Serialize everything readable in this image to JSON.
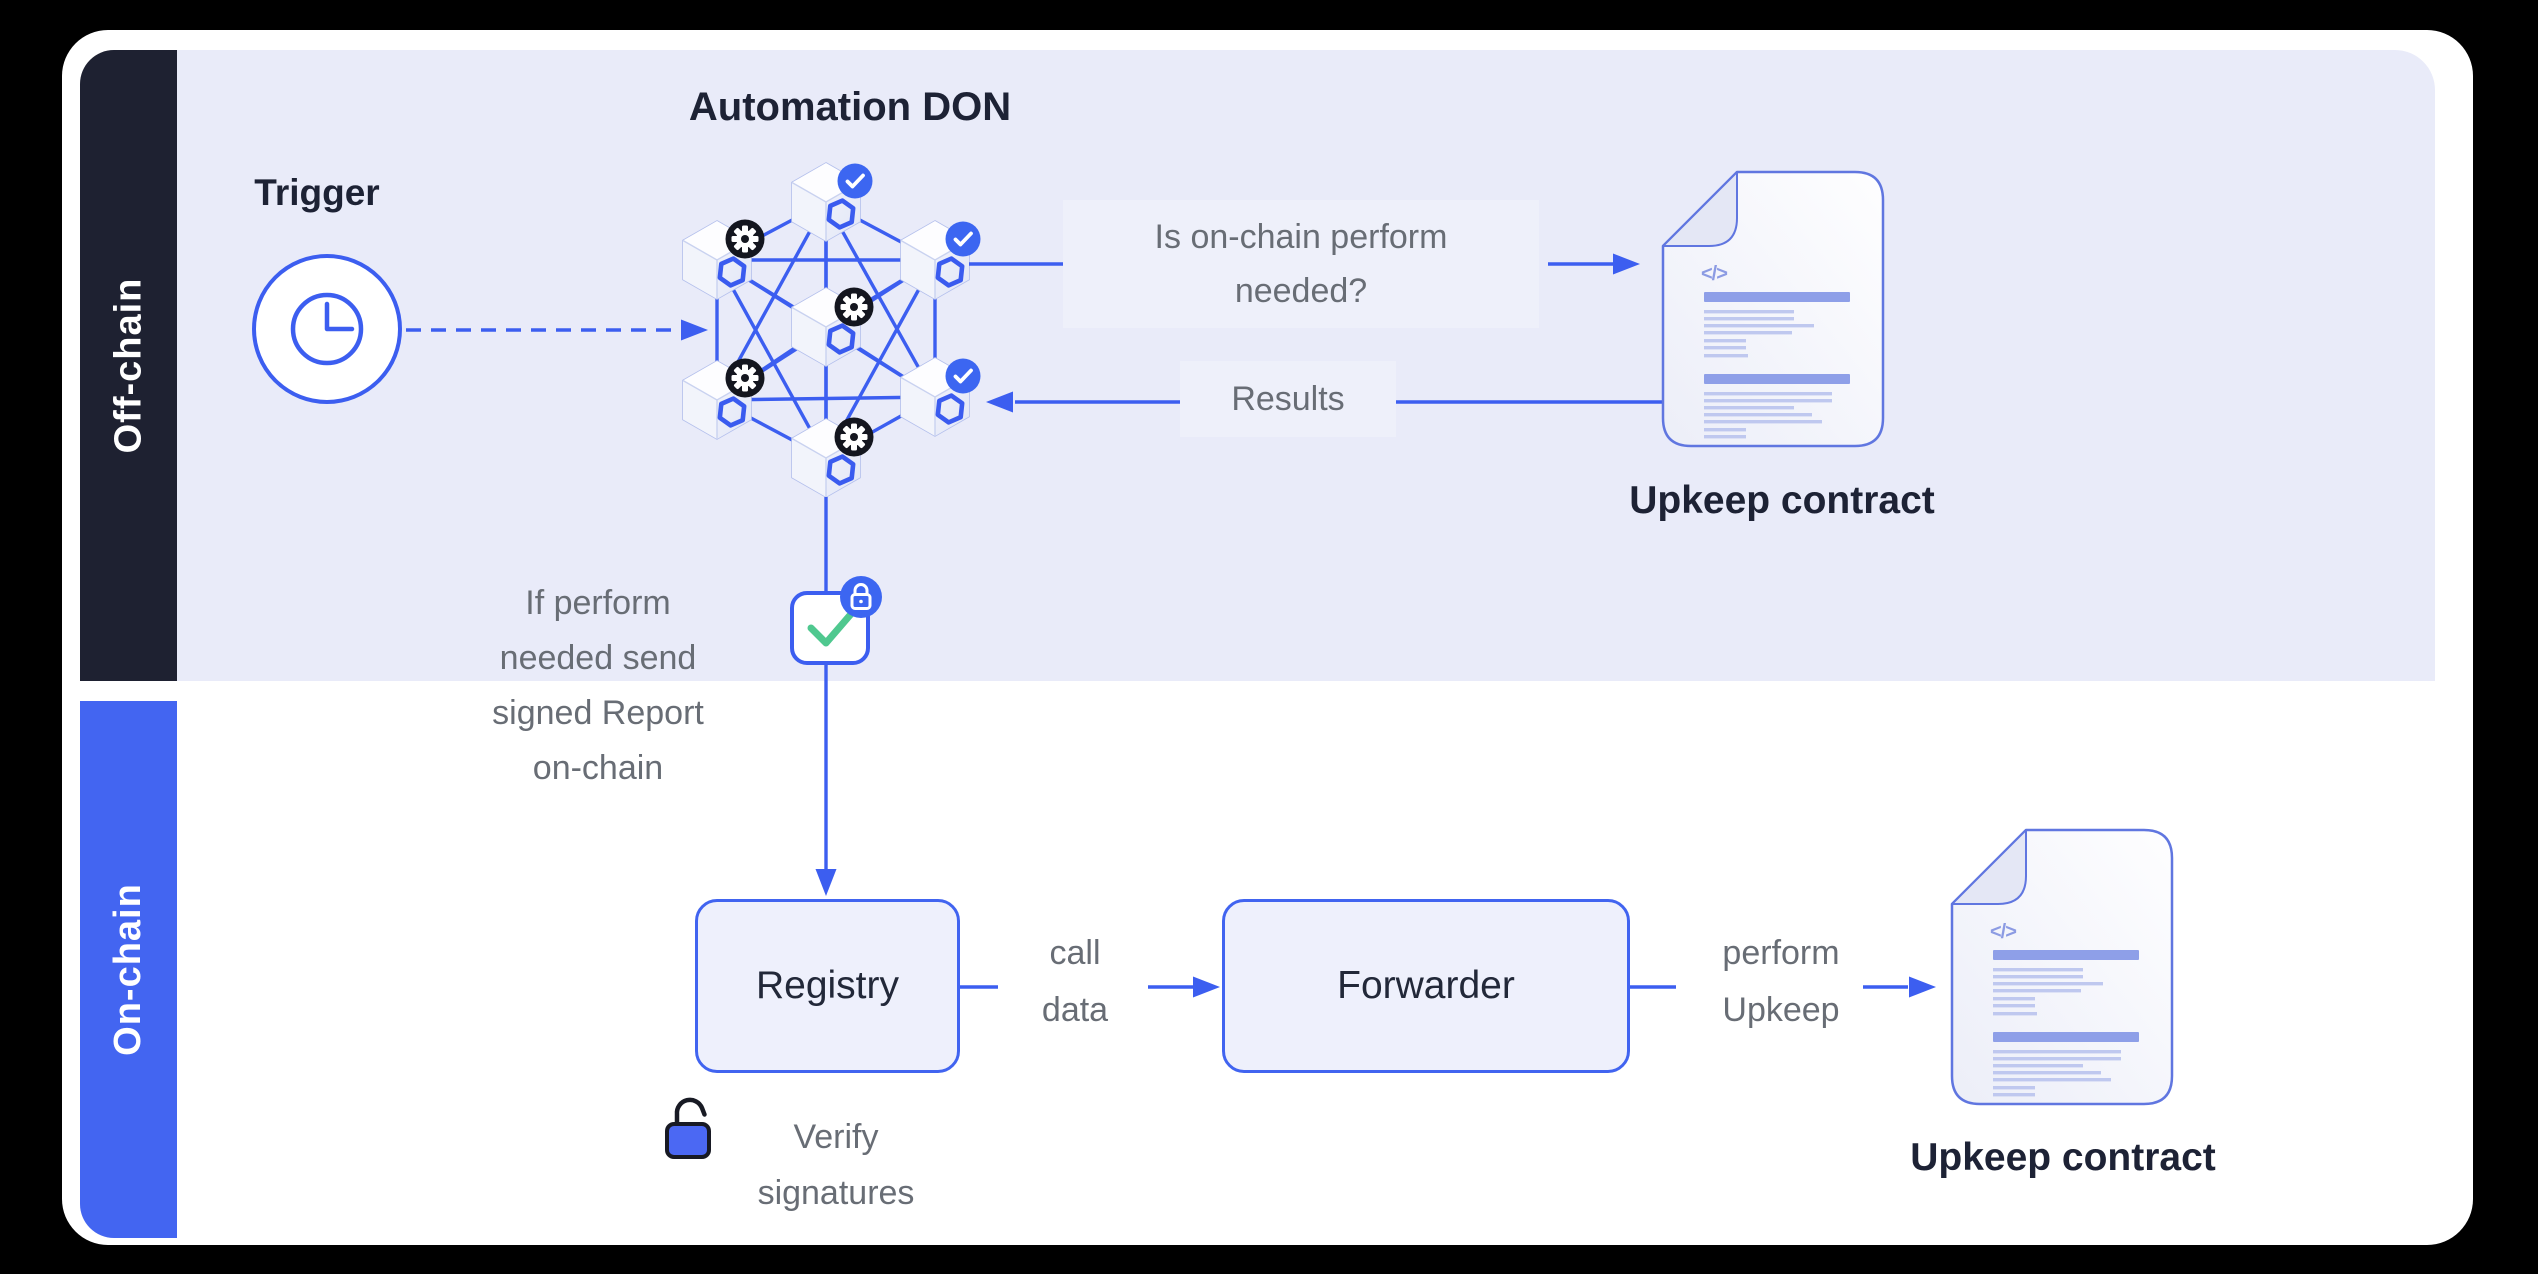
{
  "colors": {
    "background": "#000000",
    "card": "#ffffff",
    "offchain_panel": "#e9ebf9",
    "offchain_sidebar": "#1e2131",
    "onchain_sidebar": "#4365f1",
    "line_blue": "#3c5ef0",
    "badge_blue": "#3c66f1",
    "gear_badge_black": "#14161f",
    "check_green": "#4fc88f",
    "heading_text": "#1d2235",
    "muted_text": "#686d75",
    "doc_border": "#6076e0",
    "doc_bar": "#8e9fe8",
    "doc_line": "#bfc8ef"
  },
  "sidebars": {
    "offchain_label": "Off-chain",
    "onchain_label": "On-chain"
  },
  "offchain": {
    "trigger_label": "Trigger",
    "don_title": "Automation DON",
    "question_line1": "Is on-chain perform",
    "question_line2": "needed?",
    "results_label": "Results",
    "upkeep_contract_title": "Upkeep contract",
    "report_note_line1": "If perform",
    "report_note_line2": "needed send",
    "report_note_line3": "signed Report",
    "report_note_line4": "on-chain"
  },
  "onchain": {
    "registry_label": "Registry",
    "call_data_line1": "call",
    "call_data_line2": "data",
    "forwarder_label": "Forwarder",
    "perform_line1": "perform",
    "perform_line2": "Upkeep",
    "upkeep_contract_title": "Upkeep contract",
    "verify_line1": "Verify",
    "verify_line2": "signatures"
  },
  "documents": {
    "code_glyph": "</>"
  },
  "icons": {
    "trigger": "clock-icon",
    "don_node_ok": "check-badge-icon",
    "don_node_compute": "gear-badge-icon",
    "signed_report": "check-square-icon",
    "signed_report_badge": "lock-badge-icon",
    "verify_signatures": "unlock-icon",
    "contract": "code-document-icon"
  }
}
